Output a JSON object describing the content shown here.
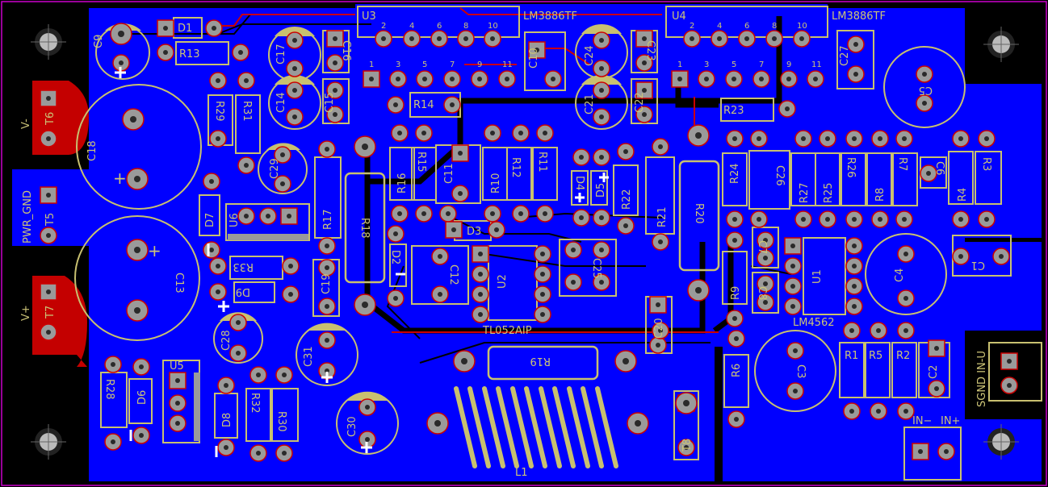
{
  "board": {
    "colors": {
      "background": "#000000",
      "copper_pour": "#0000ff",
      "silkscreen": "#c8c070",
      "pad": "#9a9a9a",
      "top_trace": "#cc0000",
      "outline": "#cc00cc"
    },
    "labels": {
      "U3": "U3",
      "U3_part": "LM3886TF",
      "U4": "U4",
      "U4_part": "LM3886TF",
      "U1": "U1",
      "U1_part": "LM4562",
      "U2": "U2",
      "U2_part": "TL052AIP",
      "U5": "U5",
      "U6": "U6",
      "L1": "L1",
      "T5": "T5",
      "T6": "T6",
      "T7": "T7",
      "T8": "T8",
      "C1": "C1",
      "C2": "C2",
      "C3": "C3",
      "C4": "C4",
      "C5": "C5",
      "C6": "C6",
      "C7": "C7",
      "C8": "C8",
      "C9": "C9",
      "C10": "C10",
      "C11": "C11",
      "C12": "C12",
      "C13": "C13",
      "C14": "C14",
      "C15": "C15",
      "C16": "C16",
      "C17": "C17",
      "C18": "C18",
      "C19": "C19",
      "C20": "C20",
      "C21": "C21",
      "C22": "C22",
      "C23": "C23",
      "C24": "C24",
      "C25": "C25",
      "C26": "C26",
      "C27": "C27",
      "C28": "C28",
      "C29": "C29",
      "C30": "C30",
      "C31": "C31",
      "R1": "R1",
      "R2": "R2",
      "R3": "R3",
      "R4": "R4",
      "R5": "R5",
      "R6": "R6",
      "R7": "R7",
      "R8": "R8",
      "R9": "R9",
      "R10": "R10",
      "R11": "R11",
      "R12": "R12",
      "R13": "R13",
      "R14": "R14",
      "R15": "R15",
      "R16": "R16",
      "R17": "R17",
      "R18": "R18",
      "R19": "R19",
      "R20": "R20",
      "R21": "R21",
      "R22": "R22",
      "R23": "R23",
      "R24": "R24",
      "R25": "R25",
      "R26": "R26",
      "R27": "R27",
      "R28": "R28",
      "R29": "R29",
      "R30": "R30",
      "R31": "R31",
      "R32": "R32",
      "R33": "R33",
      "D1": "D1",
      "D2": "D2",
      "D3": "D3",
      "D4": "D4",
      "D5": "D5",
      "D6": "D6",
      "D7": "D7",
      "D8": "D8",
      "D9": "D9",
      "V_minus": "V-",
      "V_plus": "V+",
      "PWR_GND": "PWR_GND",
      "SGND_IN_U": "SGND IN-U",
      "IN_minus": "IN−",
      "IN_plus": "IN+",
      "plus": "+",
      "pin1": "1",
      "pin2": "2",
      "pin3": "3",
      "pin4": "4",
      "pin5": "5",
      "pin6": "6",
      "pin7": "7",
      "pin8": "8",
      "pin9": "9",
      "pin10": "10",
      "pin11": "11"
    }
  }
}
